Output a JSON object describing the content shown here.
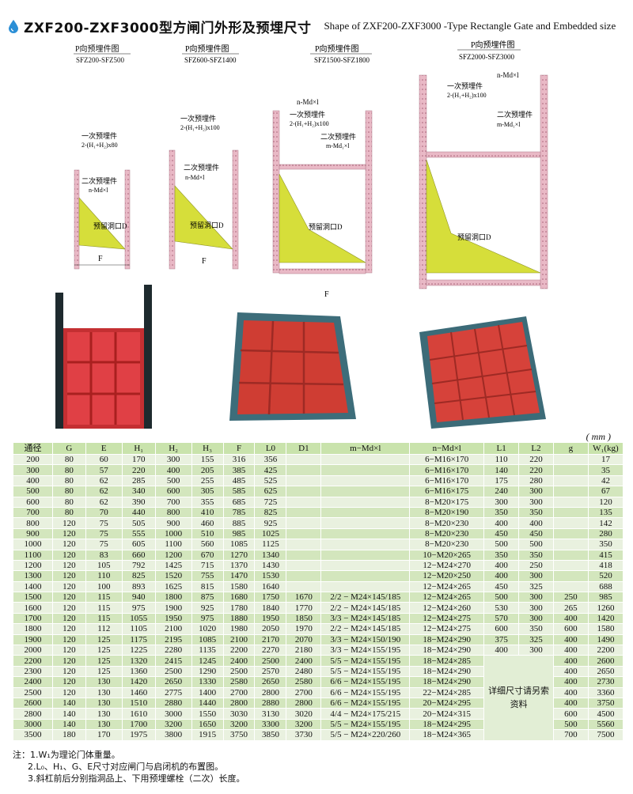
{
  "header": {
    "title_cn": "ZXF200-ZXF3000型方闸门外形及预埋尺寸",
    "title_en": "Shape of ZXF200-ZXF3000 -Type Rectangle Gate and Embedded size"
  },
  "drawings": [
    {
      "view": "P向预埋件图",
      "range": "SFZ200-SFZ500",
      "label_first": "一次预埋件",
      "label_first_spec": "2-(H₁+H₂)x80",
      "label_second": "二次预埋件",
      "label_second_spec": "n-Md×l",
      "label_opening": "预留洞口D",
      "label_f": "F"
    },
    {
      "view": "P向预埋件图",
      "range": "SFZ600-SFZ1400",
      "label_first": "一次预埋件",
      "label_first_spec": "2-(H₁+H₂)x100",
      "label_second": "二次预埋件",
      "label_second_spec": "n-Md×l",
      "label_opening": "预留洞口D",
      "label_f": "F"
    },
    {
      "view": "P向预埋件图",
      "range": "SFZ1500-SFZ1800",
      "label_nmd": "n-Md×l",
      "label_first": "一次预埋件",
      "label_first_spec": "2-(H₁+H₂)x100",
      "label_second": "二次预埋件",
      "label_second_spec": "m-Md₁×l",
      "label_opening": "预留洞口D",
      "label_f": "F"
    },
    {
      "view": "P向预埋件图",
      "range": "SFZ2000-SFZ3000",
      "label_nmd": "n-Md×l",
      "label_first": "一次预埋件",
      "label_first_spec": "2-(H₁+H₂)x100",
      "label_second": "二次预埋件",
      "label_second_spec": "m-Md₁×l",
      "label_opening": "预留洞口D"
    }
  ],
  "table": {
    "unit": "( mm )",
    "headers": [
      "通径",
      "G",
      "E",
      "H₁",
      "H₂",
      "H₃",
      "F",
      "L0",
      "D1",
      "m−Md×l",
      "n−Md×l",
      "L1",
      "L2",
      "g",
      "W₁(kg)"
    ],
    "rows": [
      [
        "200",
        "80",
        "60",
        "170",
        "300",
        "155",
        "316",
        "356",
        "",
        "",
        "6−M16×170",
        "110",
        "220",
        "",
        "17"
      ],
      [
        "300",
        "80",
        "57",
        "220",
        "400",
        "205",
        "385",
        "425",
        "",
        "",
        "6−M16×170",
        "140",
        "220",
        "",
        "35"
      ],
      [
        "400",
        "80",
        "62",
        "285",
        "500",
        "255",
        "485",
        "525",
        "",
        "",
        "6−M16×170",
        "175",
        "280",
        "",
        "42"
      ],
      [
        "500",
        "80",
        "62",
        "340",
        "600",
        "305",
        "585",
        "625",
        "",
        "",
        "6−M16×175",
        "240",
        "300",
        "",
        "67"
      ],
      [
        "600",
        "80",
        "62",
        "390",
        "700",
        "355",
        "685",
        "725",
        "",
        "",
        "8−M20×175",
        "300",
        "300",
        "",
        "120"
      ],
      [
        "700",
        "80",
        "70",
        "440",
        "800",
        "410",
        "785",
        "825",
        "",
        "",
        "8−M20×190",
        "350",
        "350",
        "",
        "135"
      ],
      [
        "800",
        "120",
        "75",
        "505",
        "900",
        "460",
        "885",
        "925",
        "",
        "",
        "8−M20×230",
        "400",
        "400",
        "",
        "142"
      ],
      [
        "900",
        "120",
        "75",
        "555",
        "1000",
        "510",
        "985",
        "1025",
        "",
        "",
        "8−M20×230",
        "450",
        "450",
        "",
        "280"
      ],
      [
        "1000",
        "120",
        "75",
        "605",
        "1100",
        "560",
        "1085",
        "1125",
        "",
        "",
        "8−M20×230",
        "500",
        "500",
        "",
        "350"
      ],
      [
        "1100",
        "120",
        "83",
        "660",
        "1200",
        "670",
        "1270",
        "1340",
        "",
        "",
        "10−M20×265",
        "350",
        "350",
        "",
        "415"
      ],
      [
        "1200",
        "120",
        "105",
        "792",
        "1425",
        "715",
        "1370",
        "1430",
        "",
        "",
        "12−M24×270",
        "400",
        "250",
        "",
        "418"
      ],
      [
        "1300",
        "120",
        "110",
        "825",
        "1520",
        "755",
        "1470",
        "1530",
        "",
        "",
        "12−M20×250",
        "400",
        "300",
        "",
        "520"
      ],
      [
        "1400",
        "120",
        "100",
        "893",
        "1625",
        "815",
        "1580",
        "1640",
        "",
        "",
        "12−M24×265",
        "450",
        "325",
        "",
        "688"
      ],
      [
        "1500",
        "120",
        "115",
        "940",
        "1800",
        "875",
        "1680",
        "1750",
        "1670",
        "2/2 − M24×145/185",
        "12−M24×265",
        "500",
        "300",
        "250",
        "985"
      ],
      [
        "1600",
        "120",
        "115",
        "975",
        "1900",
        "925",
        "1780",
        "1840",
        "1770",
        "2/2 − M24×145/185",
        "12−M24×260",
        "530",
        "300",
        "265",
        "1260"
      ],
      [
        "1700",
        "120",
        "115",
        "1055",
        "1950",
        "975",
        "1880",
        "1950",
        "1850",
        "3/3 − M24×145/185",
        "12−M24×275",
        "570",
        "300",
        "400",
        "1420"
      ],
      [
        "1800",
        "120",
        "112",
        "1105",
        "2100",
        "1020",
        "1980",
        "2050",
        "1970",
        "2/2 − M24×145/185",
        "12−M24×275",
        "600",
        "350",
        "600",
        "1580"
      ],
      [
        "1900",
        "120",
        "125",
        "1175",
        "2195",
        "1085",
        "2100",
        "2170",
        "2070",
        "3/3 − M24×150/190",
        "18−M24×290",
        "375",
        "325",
        "400",
        "1490"
      ],
      [
        "2000",
        "120",
        "125",
        "1225",
        "2280",
        "1135",
        "2200",
        "2270",
        "2180",
        "3/3 − M24×155/195",
        "18−M24×290",
        "400",
        "300",
        "400",
        "2200"
      ],
      [
        "2200",
        "120",
        "125",
        "1320",
        "2415",
        "1245",
        "2400",
        "2500",
        "2400",
        "5/5 − M24×155/195",
        "18−M24×285",
        "",
        "",
        "400",
        "2600"
      ],
      [
        "2300",
        "120",
        "125",
        "1360",
        "2500",
        "1290",
        "2500",
        "2570",
        "2480",
        "5/5 − M24×155/195",
        "18−M24×290",
        "",
        "",
        "400",
        "2650"
      ],
      [
        "2400",
        "120",
        "130",
        "1420",
        "2650",
        "1330",
        "2580",
        "2650",
        "2580",
        "6/6 − M24×155/195",
        "18−M24×290",
        "",
        "",
        "400",
        "2730"
      ],
      [
        "2500",
        "120",
        "130",
        "1460",
        "2775",
        "1400",
        "2700",
        "2800",
        "2700",
        "6/6 − M24×155/195",
        "22−M24×285",
        "",
        "",
        "400",
        "3360"
      ],
      [
        "2600",
        "140",
        "130",
        "1510",
        "2880",
        "1440",
        "2800",
        "2880",
        "2800",
        "6/6 − M24×155/195",
        "20−M24×295",
        "",
        "",
        "400",
        "3750"
      ],
      [
        "2800",
        "140",
        "130",
        "1610",
        "3000",
        "1550",
        "3030",
        "3130",
        "3020",
        "4/4 − M24×175/215",
        "20−M24×315",
        "",
        "",
        "600",
        "4500"
      ],
      [
        "3000",
        "140",
        "130",
        "1700",
        "3200",
        "1650",
        "3200",
        "3300",
        "3200",
        "5/5 − M24×155/195",
        "18−M24×295",
        "",
        "",
        "500",
        "5560"
      ],
      [
        "3500",
        "180",
        "170",
        "1975",
        "3800",
        "1915",
        "3750",
        "3850",
        "3730",
        "5/5 − M24×220/260",
        "18−M24×365",
        "",
        "",
        "700",
        "7500"
      ]
    ],
    "merged_note": "详细尺寸请另索资料"
  },
  "notes": [
    "注：1.W₁为理论门体重量。",
    "2.L₀、H₁、G、E尺寸对应闸门与启闭机的布置图。",
    "3.斜杠前后分别指洞品上、下用预埋螺栓（二次）长度。"
  ]
}
